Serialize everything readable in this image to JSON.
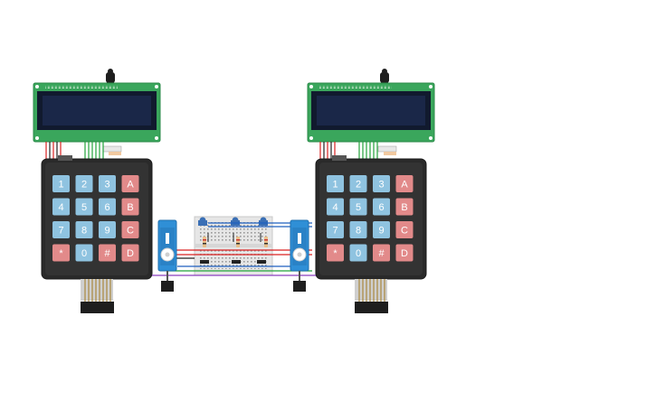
{
  "circuit": {
    "lcds": [
      {
        "id": "lcd-left",
        "screen_text": ""
      },
      {
        "id": "lcd-right",
        "screen_text": ""
      }
    ],
    "keypads": [
      {
        "id": "keypad-left",
        "rows": [
          [
            "1",
            "2",
            "3",
            "A"
          ],
          [
            "4",
            "5",
            "6",
            "B"
          ],
          [
            "7",
            "8",
            "9",
            "C"
          ],
          [
            "*",
            "0",
            "#",
            "D"
          ]
        ]
      },
      {
        "id": "keypad-right",
        "rows": [
          [
            "1",
            "2",
            "3",
            "A"
          ],
          [
            "4",
            "5",
            "6",
            "B"
          ],
          [
            "7",
            "8",
            "9",
            "C"
          ],
          [
            "*",
            "0",
            "#",
            "D"
          ]
        ]
      }
    ],
    "servos": [
      {
        "id": "servo-left"
      },
      {
        "id": "servo-right"
      }
    ],
    "breadboard": {
      "id": "mini-breadboard",
      "pushbuttons": 3,
      "resistors": 3
    },
    "colors": {
      "pcb_green": "#3aa65c",
      "lcd_screen": "#1a2748",
      "keypad_body": "#2a2a2a",
      "key_blue": "#8fc3e0",
      "key_red": "#e28a8a",
      "servo_blue": "#2f8fd6",
      "wire_red": "#d92020",
      "wire_green": "#22a23a",
      "wire_blue": "#1f5fbf",
      "wire_purple": "#8a3fbf",
      "wire_black": "#222222"
    }
  }
}
